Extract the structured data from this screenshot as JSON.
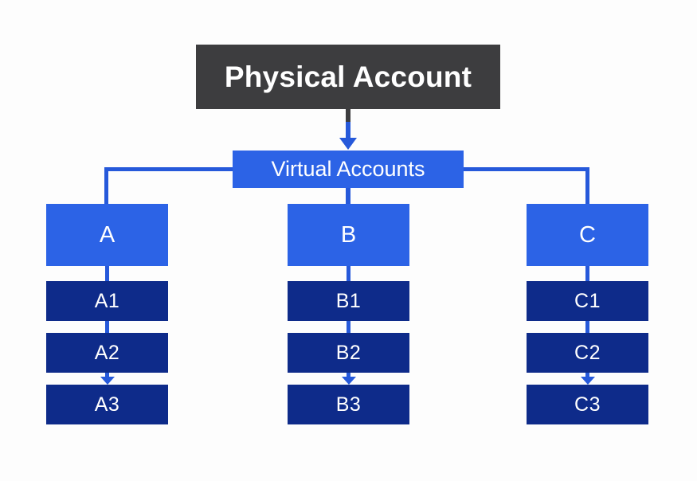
{
  "colors": {
    "background": "#fdfdfd",
    "physical_bg": "#3d3d3f",
    "box_blue": "#2c63e6",
    "line_blue": "#2659da",
    "navy": "#0e2b8a",
    "text_light": "#ffffff"
  },
  "diagram": {
    "physical_label": "Physical Account",
    "virtual_label": "Virtual Accounts",
    "columns": [
      {
        "label": "A",
        "children": [
          "A1",
          "A2",
          "A3"
        ]
      },
      {
        "label": "B",
        "children": [
          "B1",
          "B2",
          "B3"
        ]
      },
      {
        "label": "C",
        "children": [
          "C1",
          "C2",
          "C3"
        ]
      }
    ]
  }
}
